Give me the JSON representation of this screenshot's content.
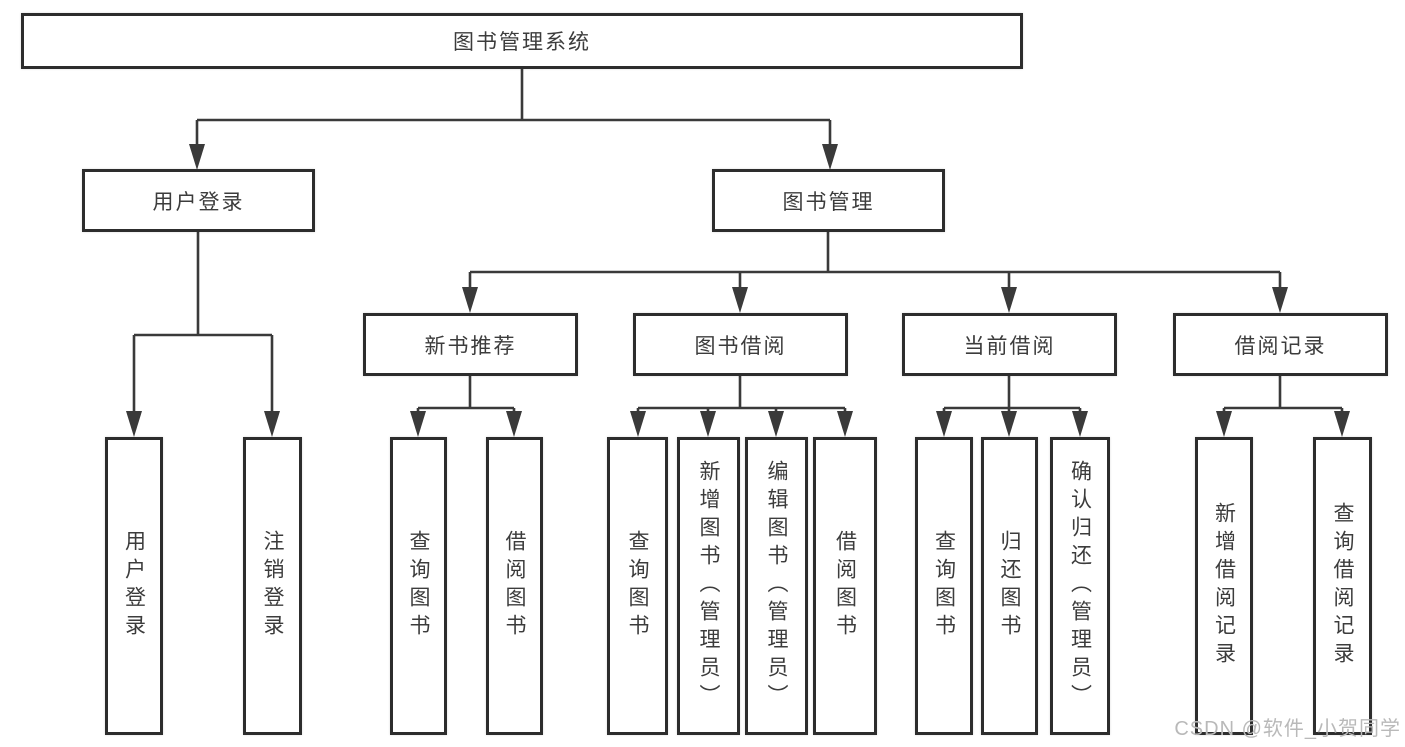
{
  "tree": {
    "label": "图书管理系统",
    "children": [
      {
        "label": "用户登录",
        "children": [
          {
            "label": "用户登录"
          },
          {
            "label": "注销登录"
          }
        ]
      },
      {
        "label": "图书管理",
        "children": [
          {
            "label": "新书推荐",
            "children": [
              {
                "label": "查询图书"
              },
              {
                "label": "借阅图书"
              }
            ]
          },
          {
            "label": "图书借阅",
            "children": [
              {
                "label": "查询图书"
              },
              {
                "label": "新增图书（管理员）"
              },
              {
                "label": "编辑图书（管理员）"
              },
              {
                "label": "借阅图书"
              }
            ]
          },
          {
            "label": "当前借阅",
            "children": [
              {
                "label": "查询图书"
              },
              {
                "label": "归还图书"
              },
              {
                "label": "确认归还（管理员）"
              }
            ]
          },
          {
            "label": "借阅记录",
            "children": [
              {
                "label": "新增借阅记录"
              },
              {
                "label": "查询借阅记录"
              }
            ]
          }
        ]
      }
    ]
  },
  "watermark": {
    "text": "CSDN @软件_小贺同学"
  },
  "colors": {
    "line": "#3a3a3a",
    "box_border": "#2d2d2d",
    "text": "#3c3c3c",
    "watermark": "#b9b9b9",
    "background": "#ffffff"
  }
}
